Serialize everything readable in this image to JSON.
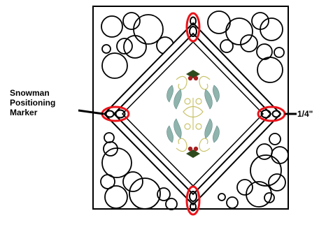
{
  "labels": {
    "marker_line1": "Snowman",
    "marker_line2": "Positioning",
    "marker_line3": "Marker",
    "measurement": "1/4\""
  },
  "colors": {
    "outline": "#000000",
    "marker_highlight": "#e8141a",
    "holly_leaf": "#8fb3ad",
    "holly_berry": "#a61e1e",
    "holly_leaf_dark": "#2e4a1c",
    "scroll": "#c9c36a"
  },
  "icons": {
    "marker": "snowman-positioning-marker-icon",
    "center_motif": "holly-embroidery-motif-icon"
  }
}
